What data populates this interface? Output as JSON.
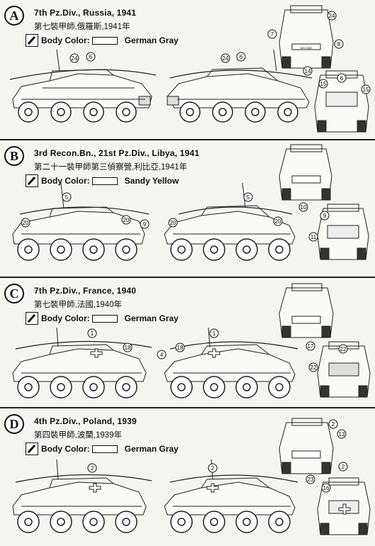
{
  "sections": [
    {
      "letter": "A",
      "title": "7th Pz.Div., Russia, 1941",
      "subtitle": "第七裝甲師,俄羅斯,1941年",
      "body_color_label": "Body Color:",
      "color_name": "German Gray",
      "callouts": [
        "24",
        "6",
        "24",
        "6",
        "7",
        "24",
        "8",
        "6",
        "14",
        "15",
        "15"
      ],
      "plate_text": "WH-3082"
    },
    {
      "letter": "B",
      "title": "3rd Recon.Bn., 21st Pz.Div., Libya, 1941",
      "subtitle": "第二十一裝甲師第三偵察營,利比亞,1941年",
      "body_color_label": "Body Color:",
      "color_name": "Sandy Yellow",
      "callouts": [
        "5",
        "20",
        "20",
        "9",
        "5",
        "20",
        "20",
        "10",
        "9",
        "11"
      ]
    },
    {
      "letter": "C",
      "title": "7th Pz.Div., France, 1940",
      "subtitle": "第七裝甲師,法國,1940年",
      "body_color_label": "Body Color:",
      "color_name": "German Gray",
      "callouts": [
        "1",
        "18",
        "1",
        "4",
        "18",
        "17",
        "22",
        "22"
      ]
    },
    {
      "letter": "D",
      "title": "4th Pz.Div., Poland, 1939",
      "subtitle": "第四裝甲師,波蘭,1939年",
      "body_color_label": "Body Color:",
      "color_name": "German Gray",
      "callouts": [
        "2",
        "2",
        "2",
        "13",
        "23",
        "2",
        "16"
      ]
    }
  ]
}
